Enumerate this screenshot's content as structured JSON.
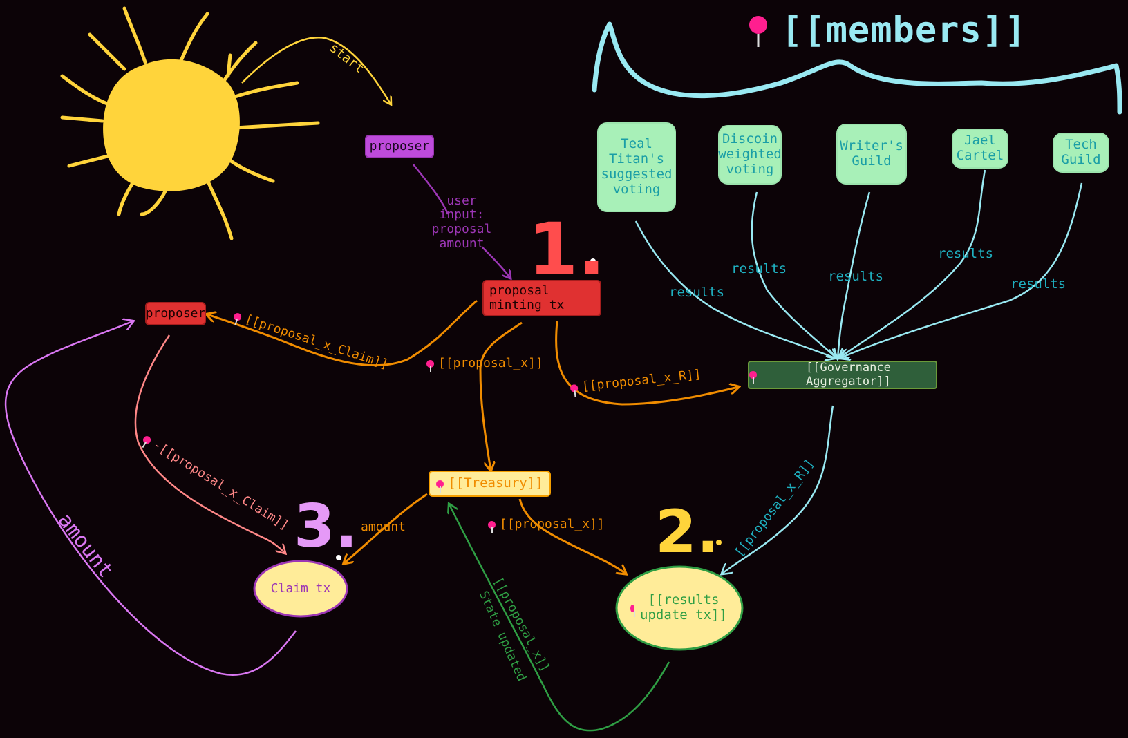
{
  "header": {
    "members_title": "[[members]]"
  },
  "flow": {
    "start": "start"
  },
  "members": [
    {
      "name": "Teal Titan's suggested voting"
    },
    {
      "name": "Discoin weighted voting"
    },
    {
      "name": "Writer's Guild"
    },
    {
      "name": "Jael Cartel"
    },
    {
      "name": "Tech Guild"
    }
  ],
  "nodes": {
    "proposer_top": "proposer",
    "proposal_minting": "proposal minting tx",
    "proposer_left": "proposer",
    "governance_aggregator": "[[Governance Aggregator]]",
    "treasury": "[[Treasury]]",
    "claim_tx": "Claim tx",
    "results_update": "[[results update tx]]"
  },
  "edge_labels": {
    "user_input": "user input: proposal amount",
    "proposal_x_claim": "[[proposal_x_Claim]]",
    "proposal_x_top": "[[proposal_x]]",
    "proposal_x_r": "[[proposal_x_R]]",
    "neg_proposal_x_claim": "-[[proposal_x_Claim]]",
    "amount_treasury": "amount",
    "amount_loop": "amount",
    "proposal_x_treasury": "[[proposal_x]]",
    "proposal_x_r_right": "[[proposal_x_R]]",
    "proposal_x_green": "[[proposal_x]]",
    "state_updated": "State updated",
    "results": [
      "results",
      "results",
      "results",
      "results",
      "results"
    ]
  },
  "steps": {
    "step1": "1.",
    "step2": "2.",
    "step3": "3."
  },
  "colors": {
    "background": "#0c0307",
    "sun": "#ffd43b",
    "cyan": "#99e9f2",
    "orange": "#f08c00",
    "purple": "#9c36b5",
    "red": "#e03131",
    "green": "#2f9e44",
    "pink_pin": "#ff1f8f"
  }
}
